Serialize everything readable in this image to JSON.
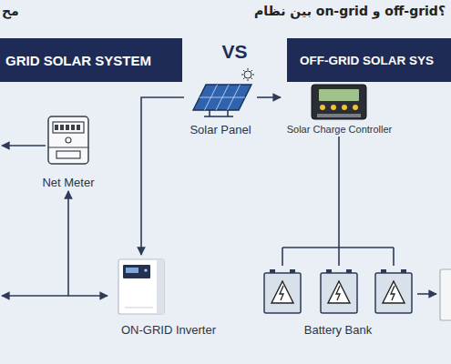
{
  "diagram": {
    "title": "بین نظام on-grid و off-grid؟",
    "nodes": [
      {
        "text": [
          "GRID SOLAR SYSTEM"
        ]
      },
      {
        "text": [
          "OFF-GRID SOLAR SYS"
        ]
      },
      {
        "text": [
          "Net Meter"
        ]
      },
      {
        "text": [
          "Solar Panel"
        ]
      },
      {
        "text": [
          "Solar Charge Controller"
        ]
      },
      {
        "text": [
          "ON-GRID Inverter"
        ]
      },
      {
        "text": [
          "Battery Bank"
        ]
      }
    ],
    "edges": [
      {
        "from": 3,
        "to": 5,
        "arrow": "to"
      },
      {
        "from": 3,
        "to": 4,
        "arrow": "to"
      },
      {
        "from": 4,
        "to": 6,
        "arrow": "none"
      },
      {
        "from": 2,
        "to": 5,
        "arrow": "both"
      }
    ],
    "labels": [
      "مح",
      "VS"
    ]
  }
}
